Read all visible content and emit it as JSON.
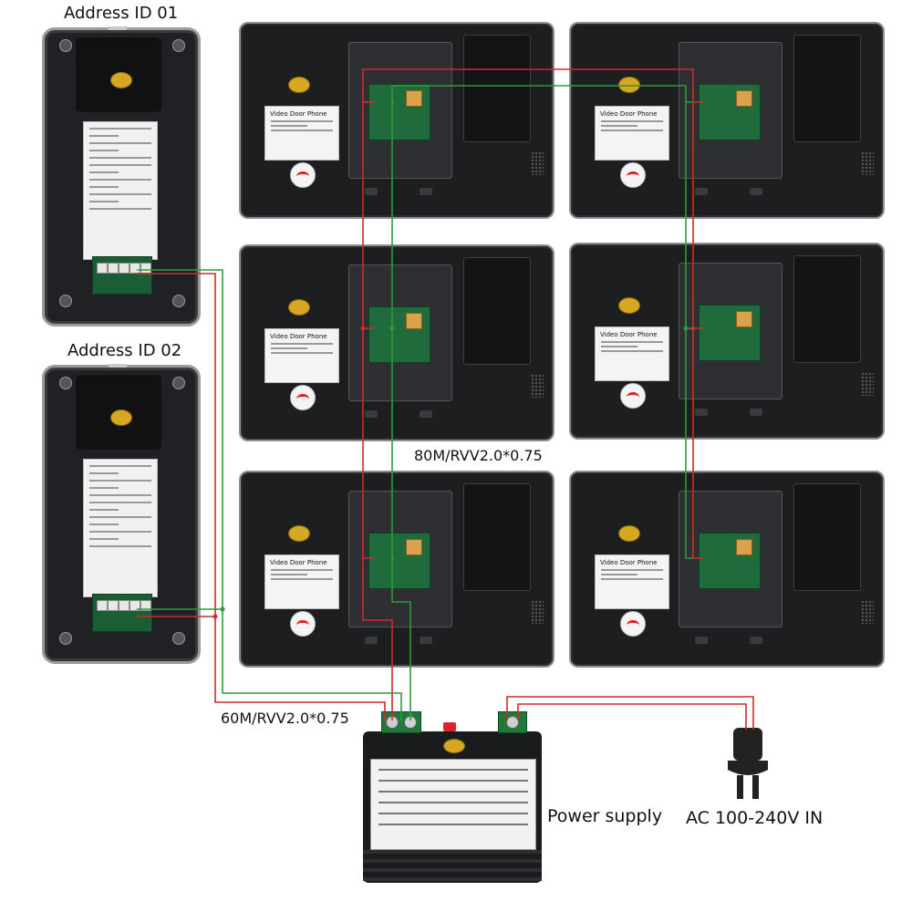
{
  "labels": {
    "address_1": "Address ID 01",
    "address_2": "Address ID 02",
    "cable_monitors": "80M/RVV2.0*0.75",
    "cable_outdoor": "60M/RVV2.0*0.75",
    "power_supply": "Power supply",
    "ac_input": "AC 100-240V IN"
  },
  "monitor_sticker": {
    "title": "Video Door Phone"
  },
  "colors": {
    "wire_red": "#cf2b2b",
    "wire_green": "#2f9a3a"
  },
  "icons": [
    "qc-passed-icon",
    "wifi-icon",
    "power-plug-icon",
    "screw-icon"
  ]
}
